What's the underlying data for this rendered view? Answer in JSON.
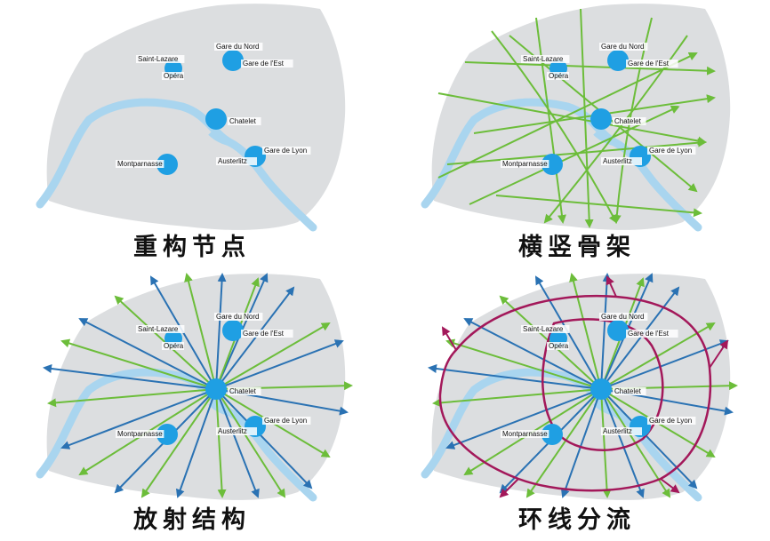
{
  "panels": [
    {
      "caption": "重构节点",
      "mode": "nodes"
    },
    {
      "caption": "横竖骨架",
      "mode": "grid"
    },
    {
      "caption": "放射结构",
      "mode": "radial"
    },
    {
      "caption": "环线分流",
      "mode": "ring"
    }
  ],
  "stations": {
    "saint_lazare": "Saint-Lazare",
    "opera": "Opéra",
    "gare_du_nord": "Gare du Nord",
    "gare_de_lest": "Gare de l'Est",
    "chatelet": "Chatelet",
    "gare_de_lyon": "Gare de Lyon",
    "austerlitz": "Austerlitz",
    "montparnasse": "Montparnasse"
  },
  "colors": {
    "land": "#dcdee0",
    "river": "#a9d5ef",
    "node": "#1f9fe3",
    "green": "#6cbd3a",
    "blue": "#2a72b3",
    "ring": "#a3185a"
  }
}
